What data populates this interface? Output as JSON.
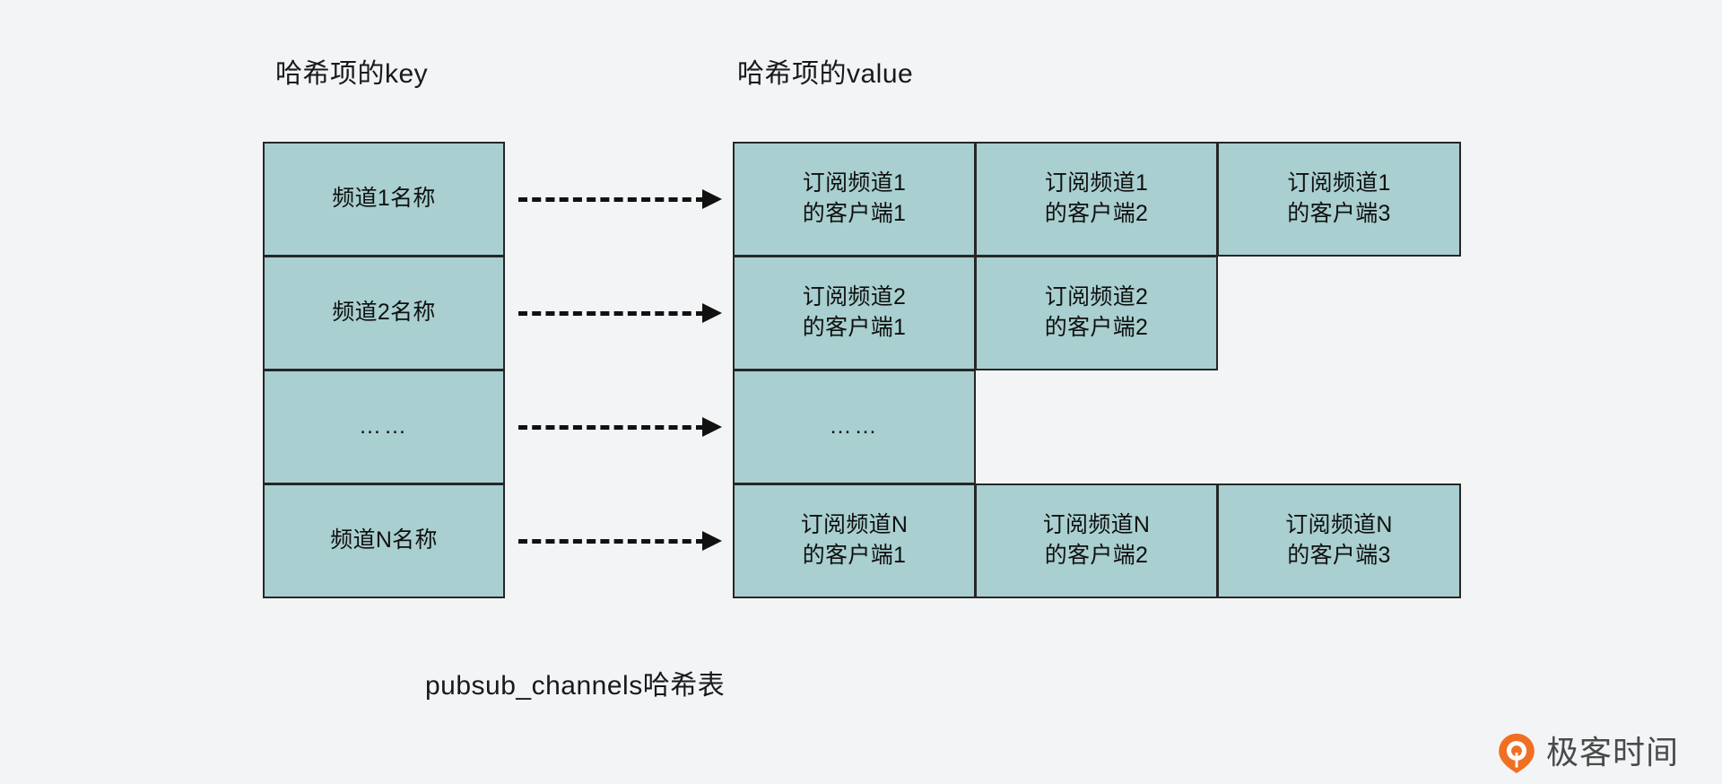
{
  "background_color": "#f2f4f6",
  "cell_fill_color": "#a9cfd0",
  "cell_border_color": "#262626",
  "headers": {
    "key": "哈希项的key",
    "value": "哈希项的value"
  },
  "key_table": {
    "rows": [
      {
        "label": "频道1名称"
      },
      {
        "label": "频道2名称"
      },
      {
        "label": "……"
      },
      {
        "label": "频道N名称"
      }
    ]
  },
  "value_table": {
    "rows": [
      {
        "cells": [
          "订阅频道1\n的客户端1",
          "订阅频道1\n的客户端2",
          "订阅频道1\n的客户端3"
        ]
      },
      {
        "cells": [
          "订阅频道2\n的客户端1",
          "订阅频道2\n的客户端2"
        ]
      },
      {
        "cells": [
          "……"
        ]
      },
      {
        "cells": [
          "订阅频道N\n的客户端1",
          "订阅频道N\n的客户端2",
          "订阅频道N\n的客户端3"
        ]
      }
    ]
  },
  "arrows": {
    "style": "dashed",
    "count": 4,
    "color": "#111111"
  },
  "caption": "pubsub_channels哈希表",
  "brand": {
    "name": "极客时间",
    "mark_color": "#f07022",
    "mark_icon": "geektime-logo-icon"
  }
}
